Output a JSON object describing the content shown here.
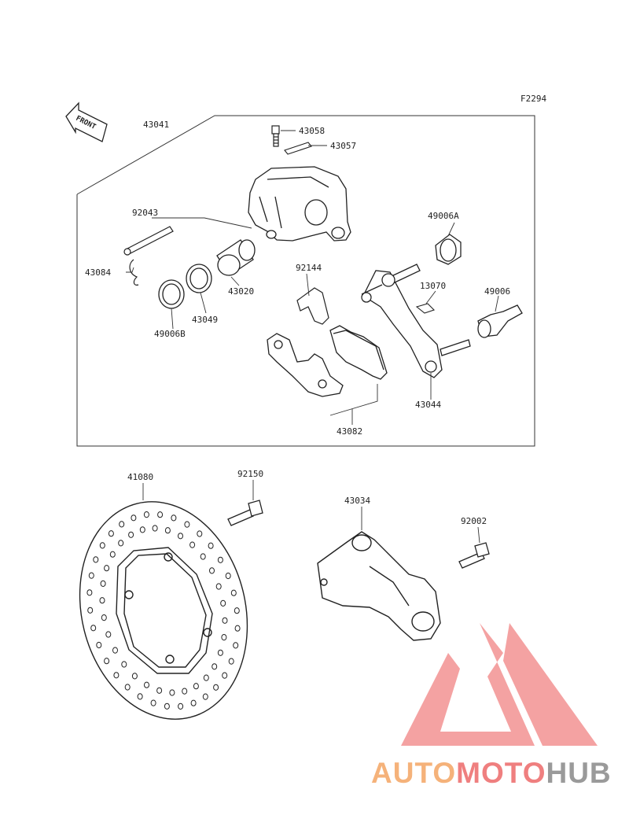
{
  "diagram_code": "F2294",
  "front_label": "FRONT",
  "parts": [
    {
      "id": "p-43041",
      "number": "43041"
    },
    {
      "id": "p-43058",
      "number": "43058"
    },
    {
      "id": "p-43057",
      "number": "43057"
    },
    {
      "id": "p-92043",
      "number": "92043"
    },
    {
      "id": "p-49006A",
      "number": "49006A"
    },
    {
      "id": "p-43084",
      "number": "43084"
    },
    {
      "id": "p-92144",
      "number": "92144"
    },
    {
      "id": "p-13070",
      "number": "13070"
    },
    {
      "id": "p-43020",
      "number": "43020"
    },
    {
      "id": "p-49006",
      "number": "49006"
    },
    {
      "id": "p-43049",
      "number": "43049"
    },
    {
      "id": "p-49006B",
      "number": "49006B"
    },
    {
      "id": "p-43044",
      "number": "43044"
    },
    {
      "id": "p-43082",
      "number": "43082"
    },
    {
      "id": "p-41080",
      "number": "41080"
    },
    {
      "id": "p-92150",
      "number": "92150"
    },
    {
      "id": "p-43034",
      "number": "43034"
    },
    {
      "id": "p-92002",
      "number": "92002"
    }
  ],
  "watermark": {
    "part1": "AUTO",
    "part2": "MOTO",
    "part3": "HUB",
    "colors": {
      "auto": "#f5b27a",
      "moto": "#ef7f7f",
      "hub": "#9a9a9a",
      "logo": "#f08080"
    }
  }
}
